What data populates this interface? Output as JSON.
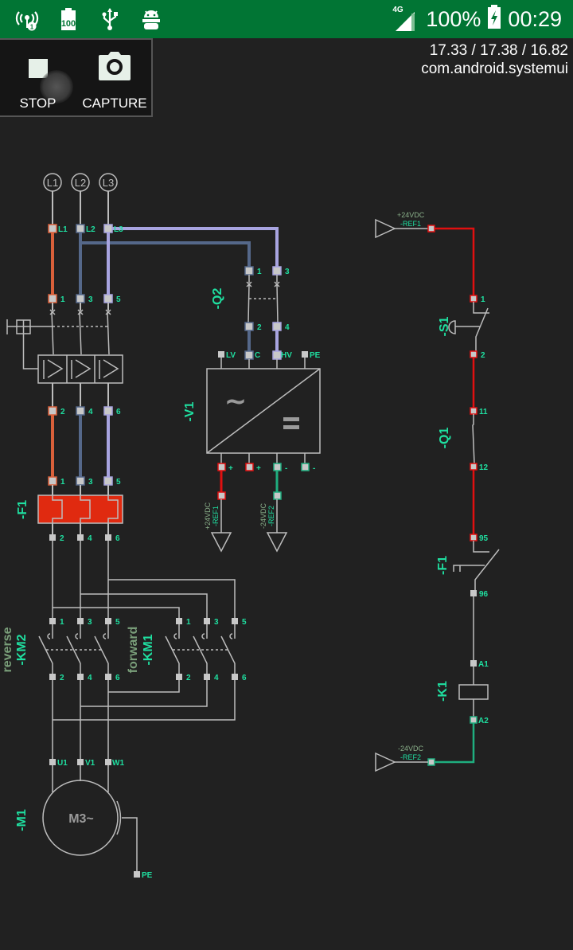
{
  "statusbar": {
    "icons_left": [
      "hotspot-icon",
      "battery-100-icon",
      "usb-icon",
      "android-debug-icon"
    ],
    "network": "4G",
    "battery_percent": "100%",
    "time": "00:29",
    "colors": {
      "background": "#017534"
    }
  },
  "overlay": {
    "fps_line": "17.33 / 17.38 / 16.82",
    "package": "com.android.systemui"
  },
  "recorder": {
    "stop_label": "STOP",
    "capture_label": "CAPTURE"
  },
  "schematic": {
    "colors": {
      "phase_l1": "#d9603a",
      "phase_l2": "#55688a",
      "phase_l3": "#a8a4e0",
      "plus24": "#e01010",
      "minus24": "#1fae7f",
      "label": "#1fdfa0",
      "wire": "#bdbdbd"
    },
    "supply": {
      "l1": "L1",
      "l2": "L2",
      "l3": "L3"
    },
    "q_main": {
      "top": [
        "L1",
        "L2",
        "L3"
      ],
      "in": [
        "1",
        "3",
        "5"
      ],
      "out": [
        "2",
        "4",
        "6"
      ]
    },
    "f1": {
      "designator": "-F1",
      "in": [
        "1",
        "3",
        "5"
      ],
      "out": [
        "2",
        "4",
        "6"
      ]
    },
    "km2": {
      "designator": "-KM2",
      "function": "reverse",
      "in": [
        "1",
        "3",
        "5"
      ],
      "out": [
        "2",
        "4",
        "6"
      ]
    },
    "km1": {
      "designator": "-KM1",
      "function": "forward",
      "in": [
        "1",
        "3",
        "5"
      ],
      "out": [
        "2",
        "4",
        "6"
      ]
    },
    "m1": {
      "designator": "-M1",
      "label": "M3~",
      "terminals": [
        "U1",
        "V1",
        "W1"
      ],
      "pe": "PE"
    },
    "q2": {
      "designator": "-Q2",
      "in": [
        "1",
        "3"
      ],
      "out": [
        "2",
        "4"
      ]
    },
    "v1": {
      "designator": "-V1",
      "inputs": [
        "LV",
        "C",
        "HV",
        "PE"
      ],
      "outputs": [
        "+",
        "+",
        "-",
        "-"
      ],
      "ac_symbol": "~"
    },
    "ref1": {
      "voltage": "+24VDC",
      "name": "-REF1"
    },
    "ref2": {
      "voltage": "-24VDC",
      "name": "-REF2"
    },
    "control": {
      "s1": {
        "designator": "-S1",
        "terminals": [
          "1",
          "2"
        ]
      },
      "q1": {
        "designator": "-Q1",
        "terminals": [
          "11",
          "12"
        ]
      },
      "f1": {
        "designator": "-F1",
        "terminals": [
          "95",
          "96"
        ]
      },
      "k1": {
        "designator": "-K1",
        "terminals": [
          "A1",
          "A2"
        ]
      }
    }
  }
}
